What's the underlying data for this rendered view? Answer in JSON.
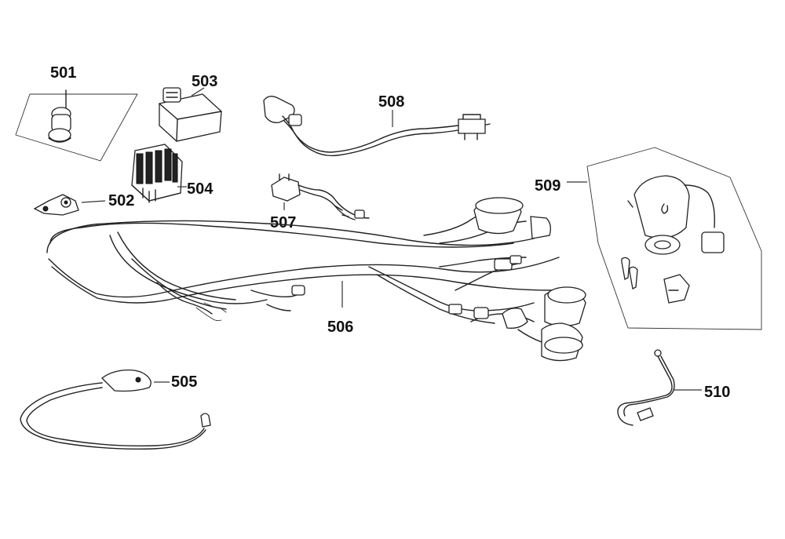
{
  "parts": [
    {
      "id": "501",
      "label": "501"
    },
    {
      "id": "502",
      "label": "502"
    },
    {
      "id": "503",
      "label": "503"
    },
    {
      "id": "504",
      "label": "504"
    },
    {
      "id": "505",
      "label": "505"
    },
    {
      "id": "506",
      "label": "506"
    },
    {
      "id": "507",
      "label": "507"
    },
    {
      "id": "508",
      "label": "508"
    },
    {
      "id": "509",
      "label": "509"
    },
    {
      "id": "510",
      "label": "510"
    }
  ]
}
